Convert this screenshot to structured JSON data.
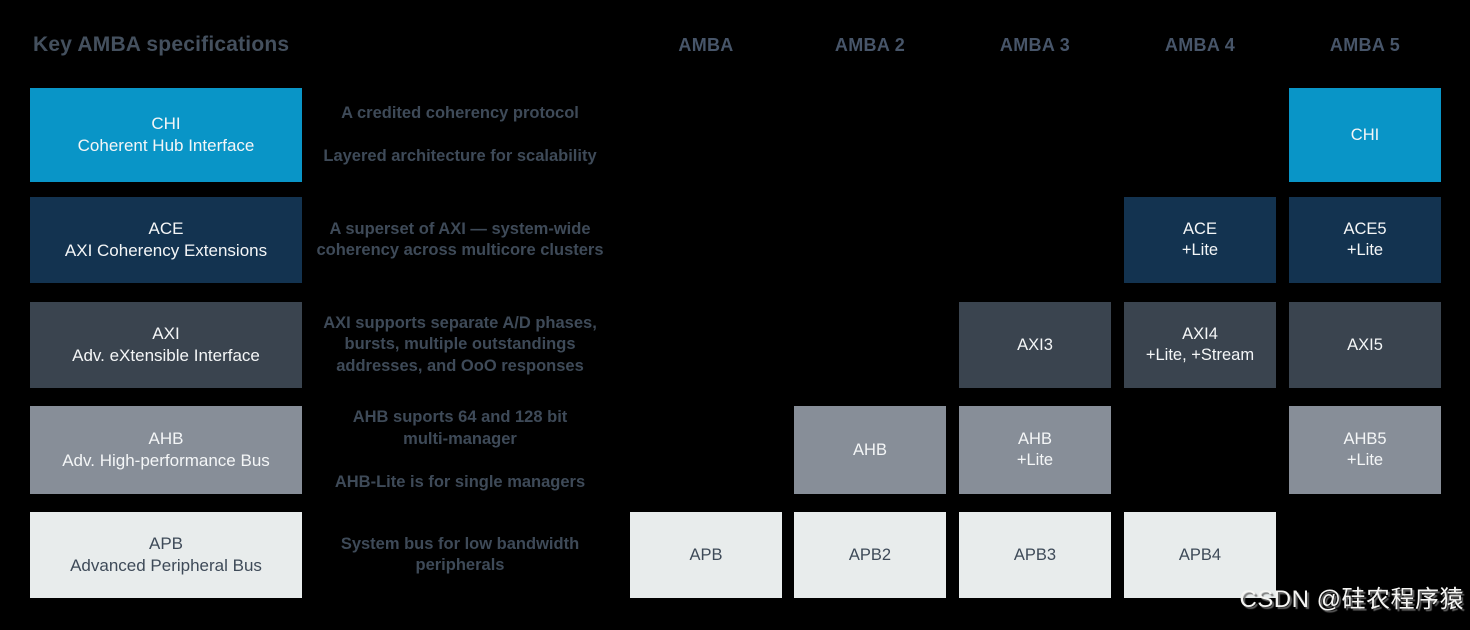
{
  "title": "Key AMBA specifications",
  "header": {
    "columns": [
      "AMBA",
      "AMBA 2",
      "AMBA 3",
      "AMBA 4",
      "AMBA 5"
    ]
  },
  "rows": {
    "chi": {
      "label": "CHI\nCoherent Hub Interface",
      "description": "A credited coherency protocol\n\nLayered architecture for scalability",
      "color": "#0995c7",
      "cells": {
        "amba5": "CHI"
      }
    },
    "ace": {
      "label": "ACE\nAXI Coherency Extensions",
      "description": "A superset of AXI — system-wide\ncoherency across multicore clusters",
      "color": "#133350",
      "cells": {
        "amba4": "ACE\n+Lite",
        "amba5": "ACE5\n+Lite"
      }
    },
    "axi": {
      "label": "AXI\nAdv. eXtensible Interface",
      "description": "AXI supports separate A/D phases,\nbursts, multiple outstandings\naddresses, and OoO responses",
      "color": "#3a444f",
      "cells": {
        "amba3": "AXI3",
        "amba4": "AXI4\n+Lite, +Stream",
        "amba5": "AXI5"
      }
    },
    "ahb": {
      "label": "AHB\nAdv. High-performance Bus",
      "description": "AHB suports 64 and 128 bit\nmulti-manager\n\nAHB-Lite is for single managers",
      "color": "#878e98",
      "cells": {
        "amba2": "AHB",
        "amba3": "AHB\n+Lite",
        "amba5": "AHB5\n+Lite"
      }
    },
    "apb": {
      "label": "APB\nAdvanced Peripheral Bus",
      "description": "System bus for low bandwidth\nperipherals",
      "color": "#e8ecec",
      "cells": {
        "amba1": "APB",
        "amba2": "APB2",
        "amba3": "APB3",
        "amba4": "APB4"
      }
    }
  },
  "watermark": "CSDN @硅农程序猿",
  "colors": {
    "background": "#000000",
    "chi_cyan": "#0995c7",
    "ace_navy": "#133350",
    "axi_slate": "#3a444f",
    "ahb_gray": "#878e98",
    "apb_light": "#e8ecec",
    "title_text": "#44505e",
    "header_text": "#475569",
    "description_text": "#3e4a58",
    "light_text": "#f4f6f7",
    "watermark_text": "#f5f5f3"
  }
}
